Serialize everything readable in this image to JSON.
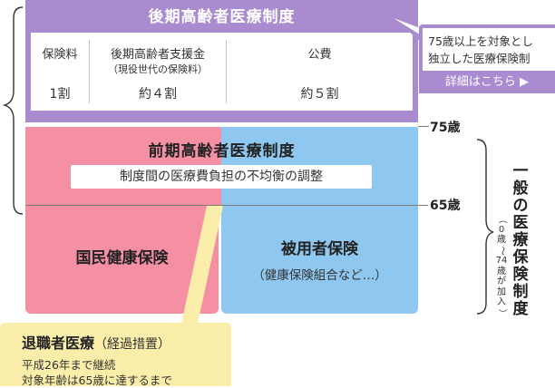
{
  "koki": {
    "title": "後期高齢者医療制度",
    "columns": [
      {
        "title": "保険料",
        "sub": "",
        "value": "1割"
      },
      {
        "title": "後期高齢者支援金",
        "sub": "（現役世代の保険料）",
        "value": "約４割"
      },
      {
        "title": "公費",
        "sub": "",
        "value": "約５割"
      }
    ]
  },
  "callout": {
    "line1": "75歳以上を対象とし",
    "line2": "独立した医療保険制",
    "button": "詳細はこちら ▶"
  },
  "zenki": {
    "title": "前期高齢者医療制度",
    "note": "制度間の医療費負担の不均衡の調整"
  },
  "kokumin": {
    "label": "国民健康保険"
  },
  "hiyosha": {
    "label": "被用者保険",
    "sub": "（健康保険組合など…）"
  },
  "ages": {
    "age75": "75歳",
    "age65": "65歳"
  },
  "taishoku": {
    "title": "退職者医療",
    "title_sub": "（経過措置）",
    "line1": "平成26年まで継続",
    "line2": "対象年齢は65歳に達するまで"
  },
  "ippan": {
    "label_chars": [
      "一",
      "般",
      "の",
      "医",
      "療",
      "保",
      "険",
      "制",
      "度"
    ],
    "sub_chars": [
      "（",
      "0",
      "歳",
      "〜",
      "74",
      "歳",
      "が",
      "加",
      "入",
      "）"
    ]
  },
  "colors": {
    "purple": "#a98bd0",
    "pink": "#f48fa4",
    "blue": "#8ec7ef",
    "yellow": "#fbeeaa"
  }
}
